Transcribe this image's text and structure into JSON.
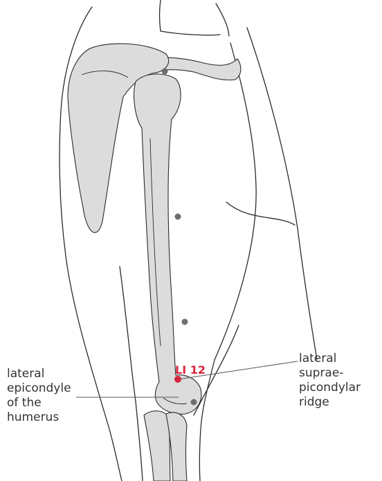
{
  "labels": {
    "point": "LI 12",
    "left": "lateral\nepicondyle\nof the\nhumerus",
    "right": "lateral\nsuprae-\npicondylar\nridge"
  },
  "colors": {
    "bone_fill": "#dcdcdc",
    "outline": "#2a2a2a",
    "leader": "#555555",
    "marker_grey": "#6e6e6e",
    "marker_red": "#d7263d"
  }
}
